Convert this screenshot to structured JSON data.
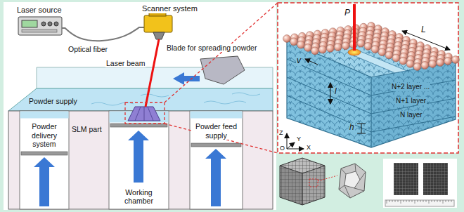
{
  "diagram": {
    "nodes": [
      {
        "text": [
          "Laser source"
        ]
      },
      {
        "text": [
          "Scanner system"
        ]
      },
      {
        "text": [
          "Powder delivery system"
        ]
      },
      {
        "text": [
          "Working chamber"
        ]
      },
      {
        "text": [
          "Powder feed supply"
        ]
      }
    ],
    "edges": [
      {
        "from": 0,
        "to": 1,
        "arrow": "none",
        "label": "Optical fiber"
      }
    ],
    "labels": [
      "Blade for spreading powder",
      "Laser beam",
      "Powder supply",
      "SLM part",
      "P",
      "v",
      "L",
      "l",
      "h",
      "N+2 layer ...",
      "N+1 layer",
      "N layer",
      "Z",
      "Y",
      "X",
      "O"
    ]
  }
}
